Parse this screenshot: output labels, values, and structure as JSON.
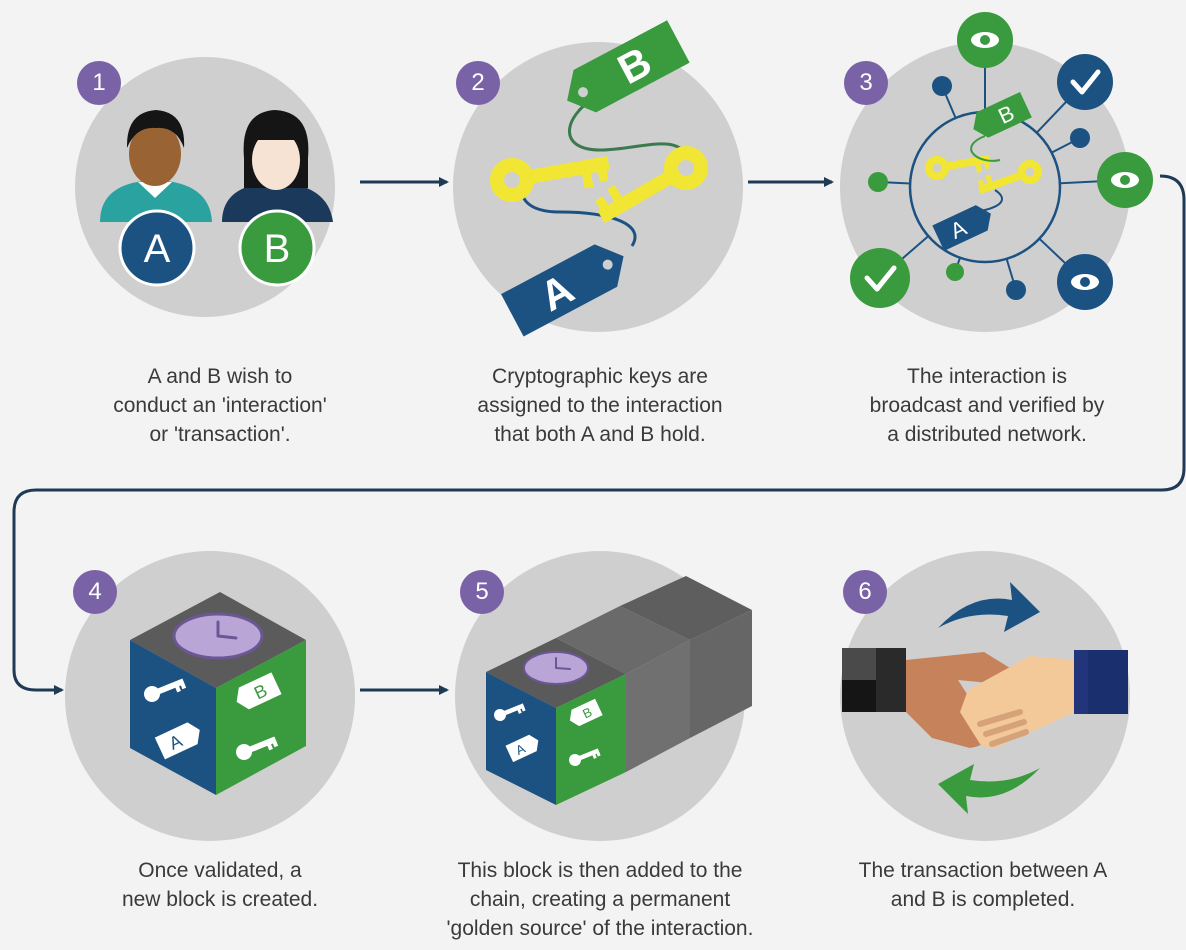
{
  "colors": {
    "background": "#f3f3f3",
    "circle": "#cfcfcf",
    "navy": "#1c5282",
    "green": "#3a9a3e",
    "yellow": "#f1e633",
    "purple": "#7a62a6",
    "connector": "#1f3a55"
  },
  "steps": [
    {
      "number": "1",
      "icon": "two-people-icon",
      "caption": [
        "A and B wish to",
        "conduct an 'interaction'",
        "or 'transaction'."
      ],
      "labels": {
        "a": "A",
        "b": "B"
      }
    },
    {
      "number": "2",
      "icon": "crypto-keys-icon",
      "caption": [
        "Cryptographic keys are",
        "assigned to the interaction",
        "that both A and B hold."
      ],
      "labels": {
        "a": "A",
        "b": "B"
      }
    },
    {
      "number": "3",
      "icon": "distributed-network-icon",
      "caption": [
        "The interaction is",
        "broadcast and verified by",
        "a distributed network."
      ],
      "labels": {
        "a": "A",
        "b": "B"
      }
    },
    {
      "number": "4",
      "icon": "block-cube-icon",
      "caption": [
        "Once validated, a",
        "new block is created."
      ],
      "labels": {
        "a": "A",
        "b": "B"
      }
    },
    {
      "number": "5",
      "icon": "block-chain-icon",
      "caption": [
        "This block is then added to the",
        "chain, creating a permanent",
        "'golden source' of the interaction."
      ],
      "labels": {
        "a": "A",
        "b": "B"
      }
    },
    {
      "number": "6",
      "icon": "handshake-icon",
      "caption": [
        "The transaction between A",
        "and B is completed."
      ]
    }
  ]
}
